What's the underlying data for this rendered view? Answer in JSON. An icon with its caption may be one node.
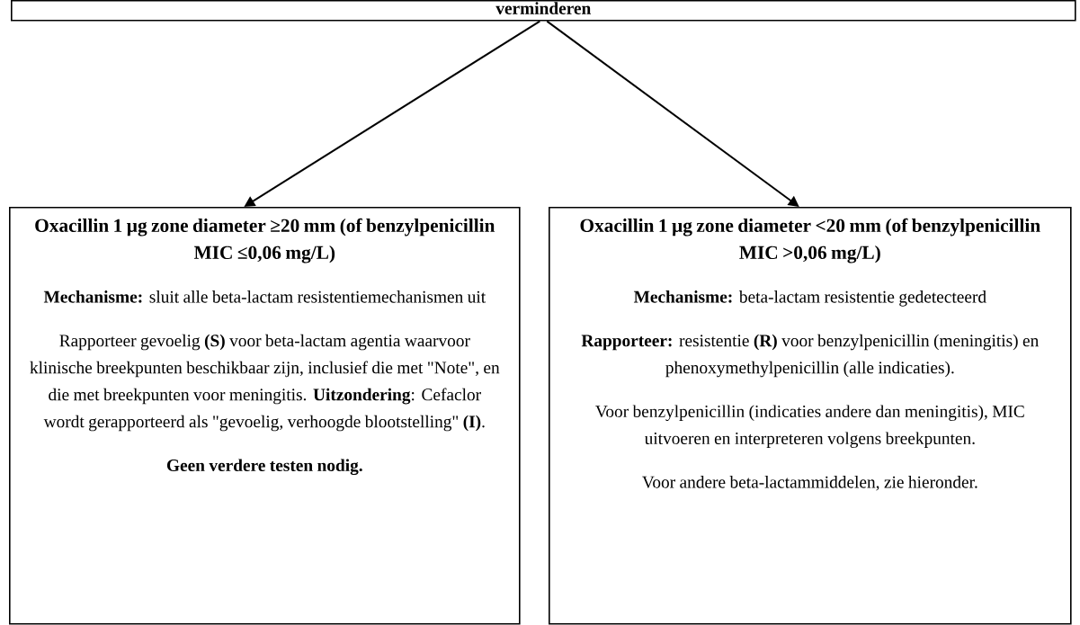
{
  "diagram": {
    "nodes": [
      {
        "text": [
          "verminderen"
        ]
      },
      {
        "text": [
          "Oxacillin 1 µg zone diameter ≥20 mm (of benzylpenicillin MIC ≤0,06 mg/L)",
          "**Mechanisme:** sluit alle beta-lactam resistentiemechanismen uit",
          "Rapporteer gevoelig **(S)** voor beta-lactam agentia waarvoor klinische breekpunten beschikbaar zijn, inclusief die met \"Note\", en die met breekpunten voor meningitis. **Uitzondering**: Cefaclor wordt gerapporteerd als \"gevoelig, verhoogde blootstelling\" **(I)**.",
          "Geen verdere testen nodig."
        ]
      },
      {
        "text": [
          "Oxacillin 1 µg zone diameter <20 mm (of benzylpenicillin MIC >0,06 mg/L)",
          "**Mechanisme:** beta-lactam resistentie gedetecteerd",
          "**Rapporteer:** resistentie **(R)** voor benzylpenicillin (meningitis) en phenoxymethylpenicillin (alle indicaties).",
          "Voor benzylpenicillin (indicaties andere dan meningitis), MIC uitvoeren en interpreteren volgens breekpunten.",
          "Voor andere beta-lactammiddelen, zie hieronder."
        ]
      }
    ],
    "edges": [
      {
        "from": 0,
        "to": 1,
        "arrow": "to"
      },
      {
        "from": 0,
        "to": 2,
        "arrow": "to"
      }
    ]
  }
}
